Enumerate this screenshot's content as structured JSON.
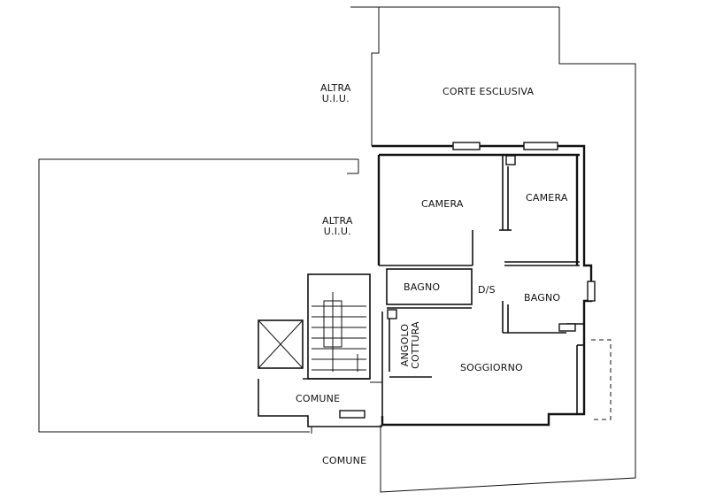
{
  "labels": {
    "altra_uiu_top": [
      "ALTRA",
      "U.I.U."
    ],
    "corte_esclusiva": "CORTE ESCLUSIVA",
    "altra_uiu_left": [
      "ALTRA",
      "U.I.U."
    ],
    "camera_1": "CAMERA",
    "camera_2": "CAMERA",
    "bagno_1": "BAGNO",
    "ds": "D/S",
    "bagno_2": "BAGNO",
    "angolo_cottura": [
      "ANGOLO",
      "COTTURA"
    ],
    "soggiorno": "SOGGIORNO",
    "comune_inner": "COMUNE",
    "comune_outer": "COMUNE"
  }
}
